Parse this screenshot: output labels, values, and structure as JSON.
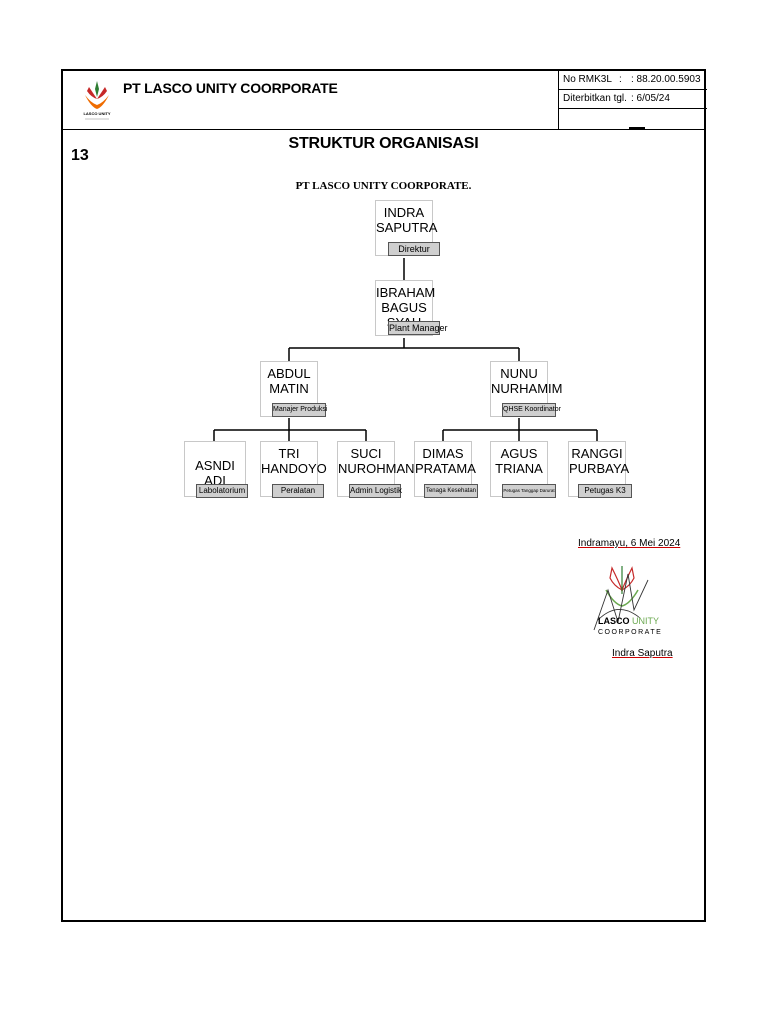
{
  "header": {
    "company": "PT LASCO UNITY COORPORATE",
    "logo_text": "LASCO UNITY",
    "meta": [
      {
        "key": "No RMK3L",
        "sep": ":",
        "value": ": 88.20.00.5903"
      },
      {
        "key": "Diterbitkan tgl.",
        "sep": ":",
        "value": ": 6/05/24"
      },
      {
        "key": "",
        "sep": "",
        "value": ""
      }
    ]
  },
  "page_number": "13",
  "title": "STRUKTUR ORGANISASI",
  "subtitle": "PT LASCO UNITY COORPORATE.",
  "org": {
    "director": {
      "name": "INDRA SAPUTRA",
      "role": "Direktur"
    },
    "plant_manager": {
      "name": "IBRAHAM BAGUS SYAH",
      "role": "Plant Manager"
    },
    "production_manager": {
      "name": "ABDUL MATIN",
      "role": "Manajer Produksi"
    },
    "qhse": {
      "name": "NUNU NURHAMIM",
      "role": "QHSE Koordinator"
    },
    "staff": [
      {
        "name": "ASNDI ADI",
        "role": "Labolatorium"
      },
      {
        "name": "TRI HANDOYO",
        "role": "Peralatan"
      },
      {
        "name": "SUCI NUROHMAN",
        "role": "Admin Logistik"
      },
      {
        "name": "DIMAS PRATAMA",
        "role": "Tenaga Kesehatan"
      },
      {
        "name": "AGUS TRIANA",
        "role": "Petugas Tanggap Darurat"
      },
      {
        "name": "RANGGI PURBAYA",
        "role": "Petugas K3"
      }
    ]
  },
  "signature": {
    "place_date": "Indramayu, 6 Mei 2024",
    "stamp_brand": "LASCO",
    "stamp_brand2": "UNITY",
    "stamp_sub": "COORPORATE",
    "name": "Indra Saputra"
  }
}
